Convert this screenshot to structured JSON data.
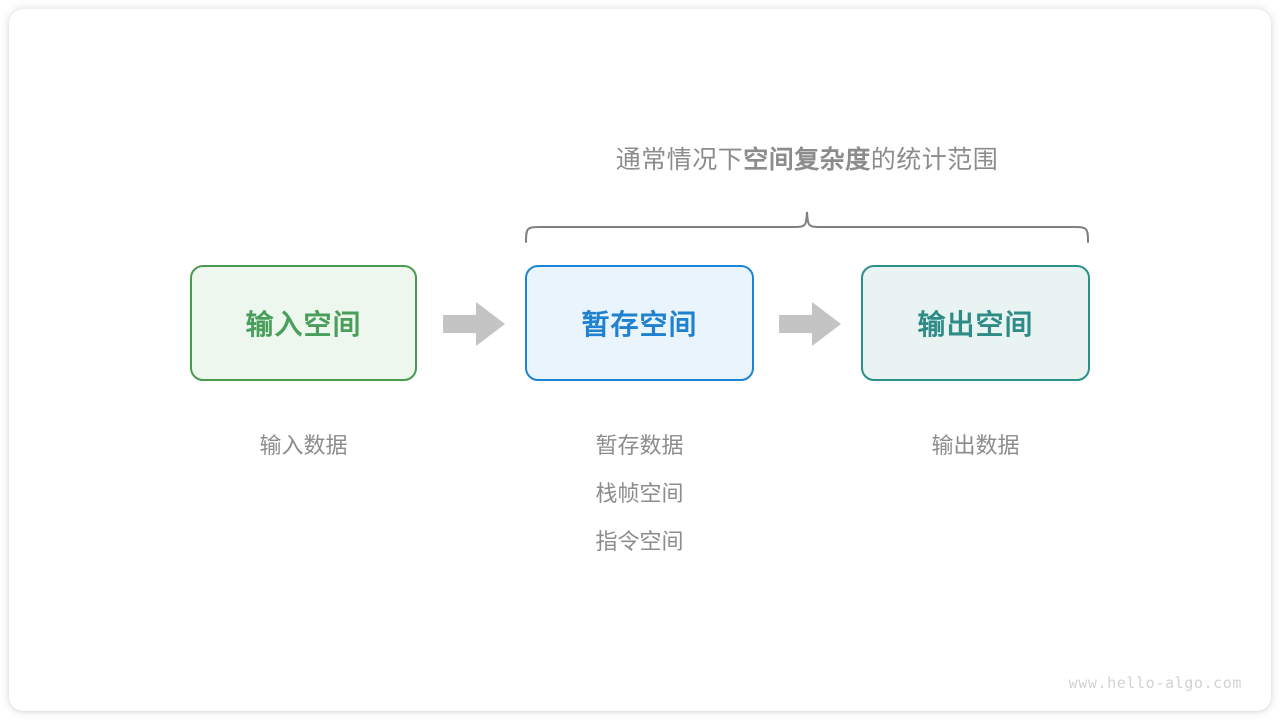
{
  "diagram": {
    "caption": {
      "prefix": "通常情况下",
      "emphasis": "空间复杂度",
      "suffix": "的统计范围"
    },
    "brace": {
      "name": "curly-brace",
      "color": "#808080"
    },
    "boxes": [
      {
        "id": "input-space",
        "title": "输入空间",
        "border_color": "#4a9a4f",
        "fill_color": "#eef7ee",
        "text_color": "#4a9e5c",
        "labels": [
          "输入数据"
        ]
      },
      {
        "id": "buffer-space",
        "title": "暂存空间",
        "border_color": "#1c84d4",
        "fill_color": "#e9f4fd",
        "text_color": "#1f81cf",
        "labels": [
          "暂存数据",
          "栈帧空间",
          "指令空间"
        ]
      },
      {
        "id": "output-space",
        "title": "输出空间",
        "border_color": "#2b8f8a",
        "fill_color": "#e9f4f2",
        "text_color": "#2e8b86",
        "labels": [
          "输出数据"
        ]
      }
    ],
    "arrows": [
      {
        "id": "arrow-input-to-buffer",
        "icon": "right-arrow-icon",
        "color": "#c4c4c4"
      },
      {
        "id": "arrow-buffer-to-output",
        "icon": "right-arrow-icon",
        "color": "#c4c4c4"
      }
    ],
    "watermark": "www.hello-algo.com"
  }
}
